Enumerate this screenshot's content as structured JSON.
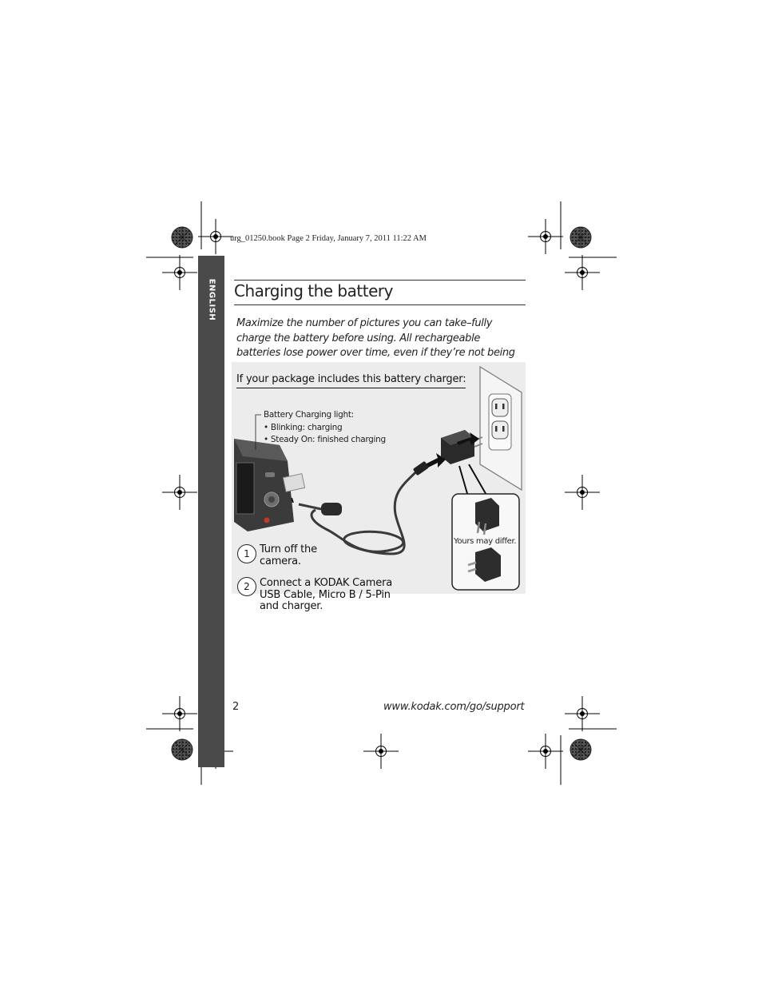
{
  "header": {
    "print_info": "urg_01250.book  Page 2  Friday, January 7, 2011  11:22 AM"
  },
  "side_tab": {
    "label": "ENGLISH"
  },
  "section": {
    "title": "Charging the battery",
    "intro": "Maximize the number of pictures you can take–fully charge the battery before using. All rechargeable batteries lose power over time, even if they’re not being used."
  },
  "charger_section": {
    "subheading": "If your package includes this battery charger:",
    "callout_title": "Battery Charging light:",
    "callout_items": [
      "• Blinking: charging",
      "• Steady On: finished charging"
    ],
    "plug_note": "Yours may differ."
  },
  "steps": [
    {
      "number": "1",
      "line1": "Turn off the",
      "line2": "camera.",
      "line3": ""
    },
    {
      "number": "2",
      "line1": "Connect a KODAK Camera",
      "line2": "USB Cable, Micro B / 5-Pin",
      "line3": "and charger."
    }
  ],
  "footer": {
    "page_number": "2",
    "url": "www.kodak.com/go/support"
  }
}
